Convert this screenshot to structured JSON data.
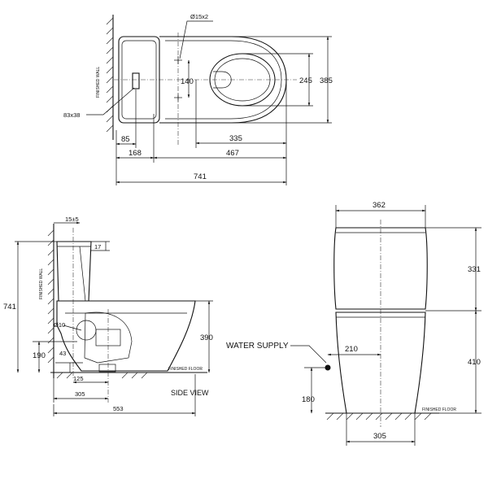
{
  "top_view": {
    "label_finished_wall": "FINISHED WALL",
    "dim_hole": "Ø15x2",
    "dim_140": "140",
    "dim_245": "245",
    "dim_385": "385",
    "dim_83x38": "83x38",
    "dim_85": "85",
    "dim_168": "168",
    "dim_335": "335",
    "dim_467": "467",
    "dim_741": "741"
  },
  "side_view": {
    "title": "SIDE VIEW",
    "label_finished_wall": "FINISHED WALL",
    "label_finished_floor": "FINISHED FLOOR",
    "dim_15": "15±5",
    "dim_17": "17",
    "dim_741": "741",
    "dim_390": "390",
    "dim_190": "190",
    "dim_43": "43",
    "dim_phi10": "Ø10",
    "dim_125": "125",
    "dim_305": "305",
    "dim_553": "553"
  },
  "front_view": {
    "dim_362": "362",
    "dim_331": "331",
    "dim_410": "410",
    "dim_210": "210",
    "dim_180": "180",
    "dim_305": "305",
    "label_water_supply": "WATER SUPPLY",
    "label_finished_floor": "FINISHED FLOOR"
  }
}
